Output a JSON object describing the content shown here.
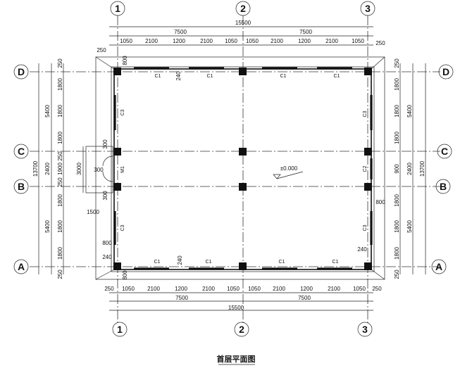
{
  "title": "首层平面图",
  "axes": {
    "num": [
      "1",
      "2",
      "3"
    ],
    "let": [
      "D",
      "C",
      "B",
      "A"
    ]
  },
  "dims": {
    "top_total": "15500",
    "top_half_1": "7500",
    "top_half_2": "7500",
    "top_parts": [
      "1050",
      "2100",
      "1200",
      "2100",
      "1050",
      "1050",
      "2100",
      "1200",
      "2100",
      "1050"
    ],
    "bottom_total": "15500",
    "bottom_half_1": "7500",
    "bottom_half_2": "7500",
    "bottom_parts": [
      "1050",
      "2100",
      "1200",
      "2100",
      "1050",
      "1050",
      "2100",
      "1200",
      "2100",
      "1050"
    ],
    "edge_250": "250",
    "left_total": "13700",
    "left_spans": [
      "5400",
      "2400",
      "5400"
    ],
    "left_parts": [
      "1800",
      "1800",
      "1800",
      "250",
      "1900",
      "250",
      "1800",
      "1800",
      "1800"
    ],
    "right_total": "13700",
    "right_spans": [
      "5400",
      "2400",
      "5400"
    ],
    "right_parts": [
      "1800",
      "1800",
      "1800",
      "900",
      "1800",
      "1800",
      "1800"
    ],
    "door_3000": "3000",
    "door_300": "300",
    "door_1500": "1500",
    "d_240": "240",
    "d_800": "800",
    "d_300": "300"
  },
  "labels": {
    "c1": "C1",
    "c3": "C3",
    "c2": "C2",
    "m1": "M1",
    "elevation": "±0.000"
  }
}
